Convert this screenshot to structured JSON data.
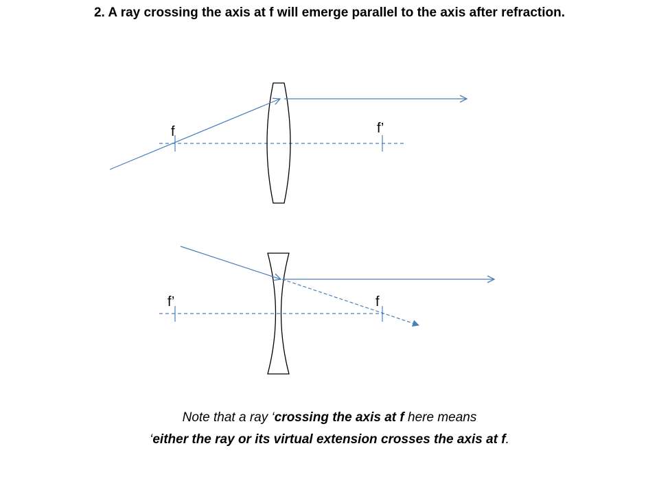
{
  "title": "2.  A ray crossing the axis at f will emerge parallel to the axis after refraction.",
  "labels": {
    "convex_f": "f",
    "convex_f_prime": "f’",
    "concave_f_prime": "f’",
    "concave_f": "f"
  },
  "note": {
    "line1_prefix": "Note that a ray ‘",
    "line1_bold": "crossing the axis at f",
    "line1_suffix": "  here means",
    "line2_prefix": "‘",
    "line2_bold": "either the ray or its virtual extension crosses the axis at f",
    "line2_suffix": "."
  },
  "colors": {
    "ray": "#4a7ebb",
    "axis": "#4a7ebb",
    "lens": "#000000"
  }
}
